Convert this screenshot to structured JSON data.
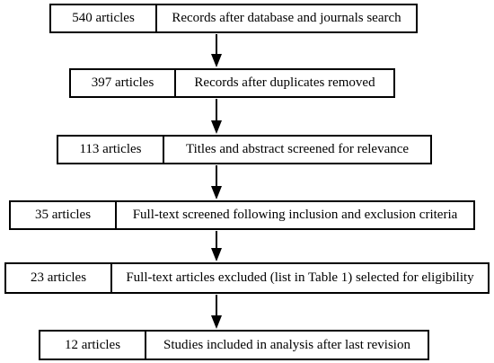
{
  "flow": {
    "steps": [
      {
        "count": "540 articles",
        "label": "Records after database and journals search"
      },
      {
        "count": "397 articles",
        "label": "Records after duplicates removed"
      },
      {
        "count": "113 articles",
        "label": "Titles and abstract screened for relevance"
      },
      {
        "count": "35 articles",
        "label": "Full-text screened following inclusion and exclusion criteria"
      },
      {
        "count": "23 articles",
        "label": "Full-text articles excluded (list in Table 1) selected for eligibility"
      },
      {
        "count": "12 articles",
        "label": "Studies included in analysis after last revision"
      }
    ]
  }
}
